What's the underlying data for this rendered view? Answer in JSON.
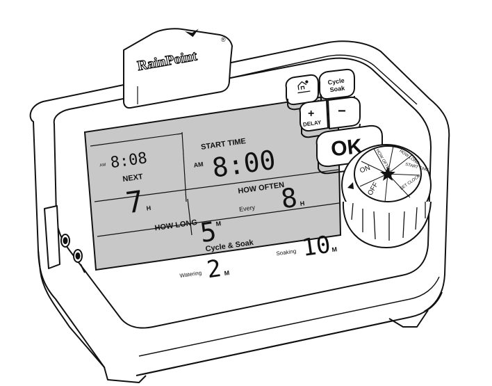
{
  "brand": {
    "logo_text": "RainPoint"
  },
  "display": {
    "clock": {
      "ampm": "AM",
      "time": "8:08"
    },
    "battery_icon": "battery-full-icon",
    "next": {
      "label": "NEXT",
      "value": "7",
      "unit": "H"
    },
    "start_time": {
      "label": "START TIME",
      "ampm": "AM",
      "value": "8:00"
    },
    "how_long": {
      "label": "HOW LONG",
      "value": "5",
      "unit": "M"
    },
    "how_often": {
      "label": "HOW OFTEN",
      "prefix": "Every",
      "value": "8",
      "unit": "H"
    },
    "cycle_soak": {
      "label": "Cycle & Soak",
      "watering_label": "Watering",
      "watering_value": "2",
      "watering_unit": "M",
      "soaking_label": "Soaking",
      "soaking_value": "10",
      "soaking_unit": "M"
    }
  },
  "buttons": {
    "sensor_icon": "rain-sensor-icon",
    "cycle_soak_line1": "Cycle",
    "cycle_soak_line2": "Soak",
    "plus": "+",
    "delay": "DELAY",
    "minus": "−",
    "ok": "OK"
  },
  "dial": {
    "on": "ON",
    "off": "OFF",
    "how_often": "HOW OFTEN",
    "how_long": "HOW LONG",
    "start_time": "START TIME",
    "set_clock": "SET CLOCK",
    "pointer_icon": "triangle-pointer-icon"
  }
}
